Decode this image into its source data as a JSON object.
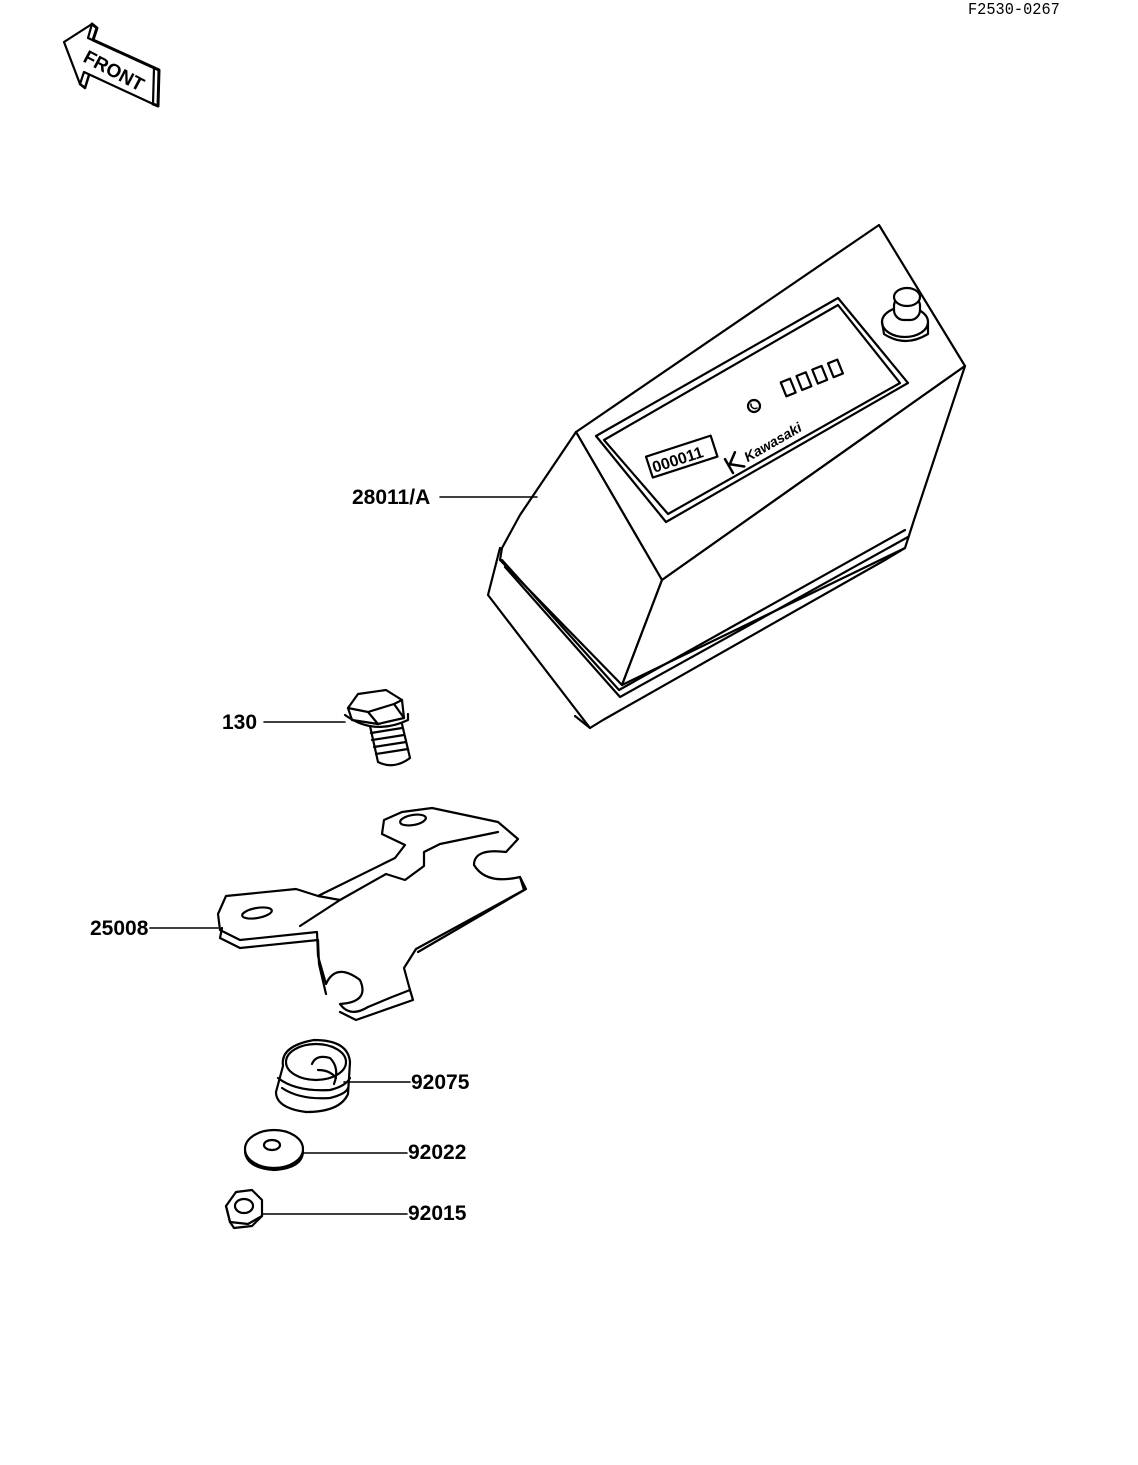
{
  "drawing_code": "F2530-0267",
  "front_arrow": {
    "label": "FRONT",
    "icon": "front-arrow-icon"
  },
  "part_labels": {
    "meter": "28011/A",
    "bolt": "130",
    "bracket": "25008",
    "grommet": "92075",
    "washer": "92022",
    "nut": "92015"
  },
  "meter_face": {
    "counter_digits": "000011",
    "brand": "Kawasaki",
    "logo": "kawasaki-k-logo"
  }
}
